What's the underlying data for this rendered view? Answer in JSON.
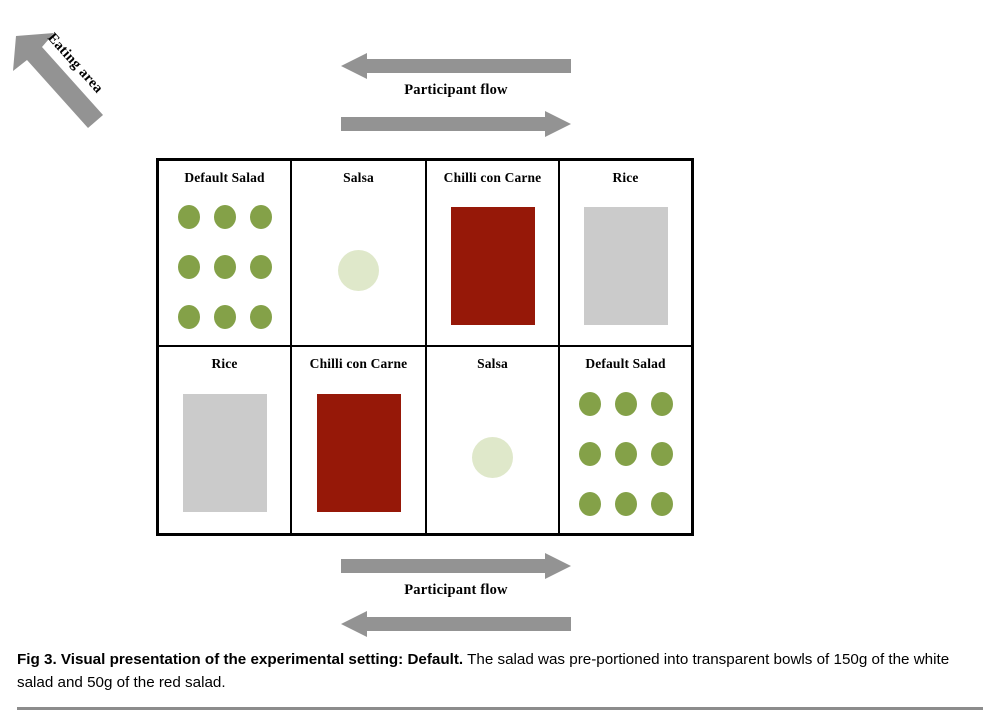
{
  "figure": {
    "eating_area": {
      "label": "Eating area",
      "icon": "arrow-up-left-icon",
      "arrow_color": "#939393"
    },
    "flows": [
      {
        "id": "flow-top",
        "label": "Participant flow",
        "upper_arrow_direction": "left",
        "lower_arrow_direction": "right",
        "arrow_color": "#939393"
      },
      {
        "id": "flow-bottom",
        "label": "Participant flow",
        "upper_arrow_direction": "right",
        "lower_arrow_direction": "left",
        "arrow_color": "#939393"
      }
    ],
    "grid": {
      "rows": 2,
      "columns": 4,
      "border_color": "#000000",
      "cells": [
        {
          "title": "Default Salad",
          "item": "salad-dots",
          "count": 9,
          "color": "#84a148"
        },
        {
          "title": "Salsa",
          "item": "salsa-circle",
          "count": 1,
          "color": "#dfe8ca"
        },
        {
          "title": "Chilli con Carne",
          "item": "rectangle",
          "count": 1,
          "color": "#961808"
        },
        {
          "title": "Rice",
          "item": "rectangle",
          "count": 1,
          "color": "#cbcbcb"
        },
        {
          "title": "Rice",
          "item": "rectangle",
          "count": 1,
          "color": "#cbcbcb"
        },
        {
          "title": "Chilli con Carne",
          "item": "rectangle",
          "count": 1,
          "color": "#961808"
        },
        {
          "title": "Salsa",
          "item": "salsa-circle",
          "count": 1,
          "color": "#dfe8ca"
        },
        {
          "title": "Default Salad",
          "item": "salad-dots",
          "count": 9,
          "color": "#84a148"
        }
      ]
    }
  },
  "caption": {
    "strong": "Fig 3.  Visual presentation of the experimental setting: Default.",
    "rest": " The salad was pre-portioned into transparent bowls of 150g of the white salad and 50g of the red salad."
  }
}
